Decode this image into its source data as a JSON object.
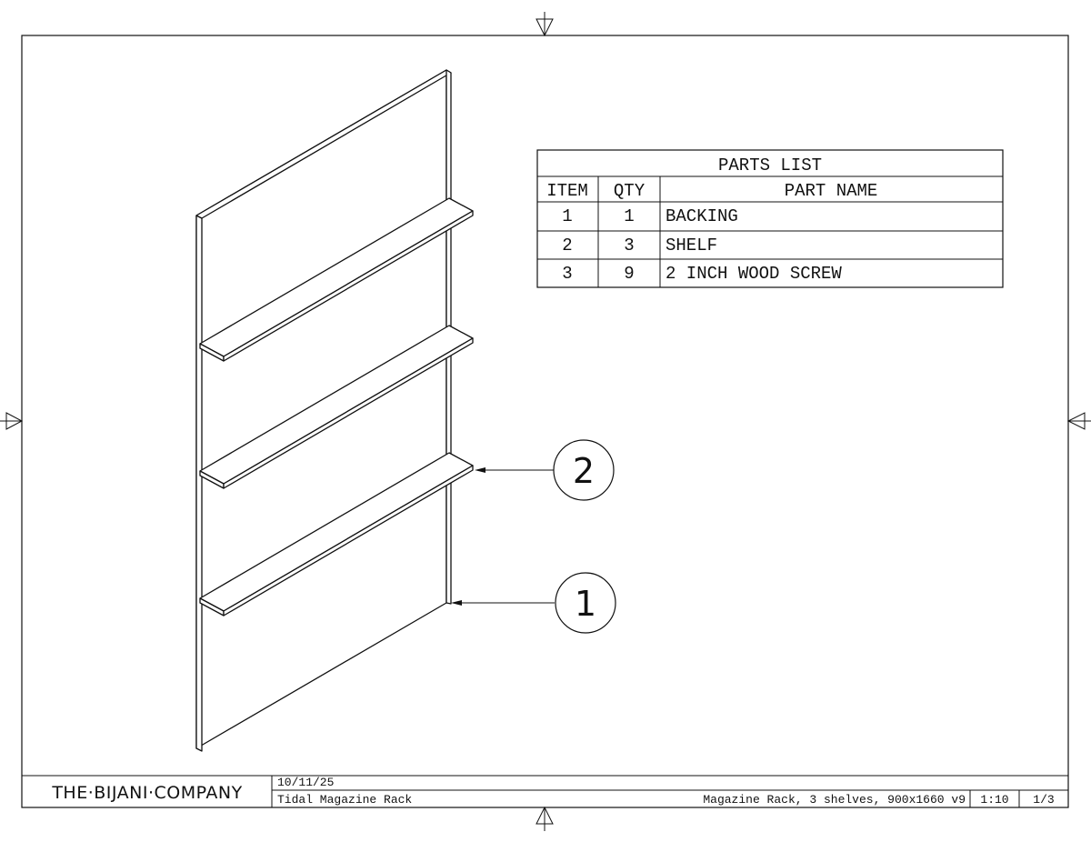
{
  "parts_list": {
    "title": "PARTS LIST",
    "headers": {
      "item": "ITEM",
      "qty": "QTY",
      "name": "PART NAME"
    },
    "rows": [
      {
        "item": "1",
        "qty": "1",
        "name": "BACKING"
      },
      {
        "item": "2",
        "qty": "3",
        "name": "SHELF"
      },
      {
        "item": "3",
        "qty": "9",
        "name": "2 INCH WOOD SCREW"
      }
    ]
  },
  "balloons": [
    {
      "label": "2",
      "refers_to": "shelf"
    },
    {
      "label": "1",
      "refers_to": "backing"
    }
  ],
  "title_block": {
    "company": "THE·BIJANI·COMPANY",
    "date": "10/11/25",
    "project": "Tidal Magazine Rack",
    "description": "Magazine Rack, 3 shelves, 900x1660 v9",
    "scale": "1:10",
    "sheet": "1/3"
  },
  "colors": {
    "ink": "#111111",
    "paper": "#ffffff"
  }
}
